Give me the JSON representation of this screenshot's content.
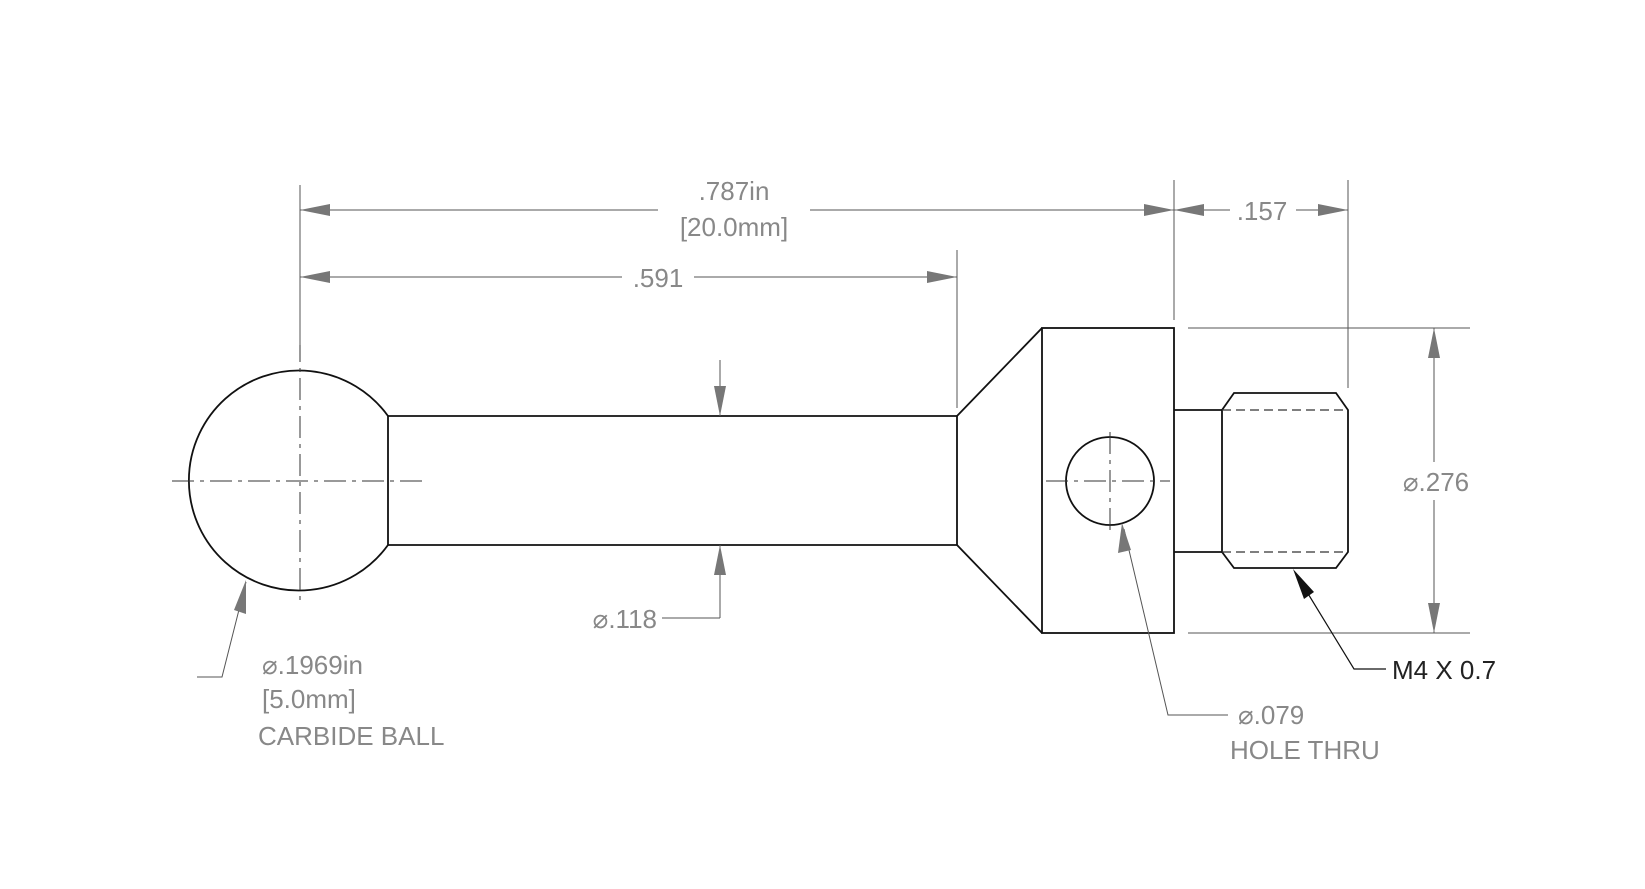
{
  "drawing": {
    "overall_length": ".787in",
    "overall_length_metric": "[20.0mm]",
    "shaft_to_taper_length": ".591",
    "thread_length": ".157",
    "flange_diameter": "⌀.276",
    "shaft_diameter": "⌀.118",
    "ball_diameter": "⌀.1969in",
    "ball_diameter_metric": "[5.0mm]",
    "ball_note": "CARBIDE BALL",
    "hole_diameter": "⌀.079",
    "hole_note": "HOLE THRU",
    "thread_callout": "M4 X 0.7"
  }
}
